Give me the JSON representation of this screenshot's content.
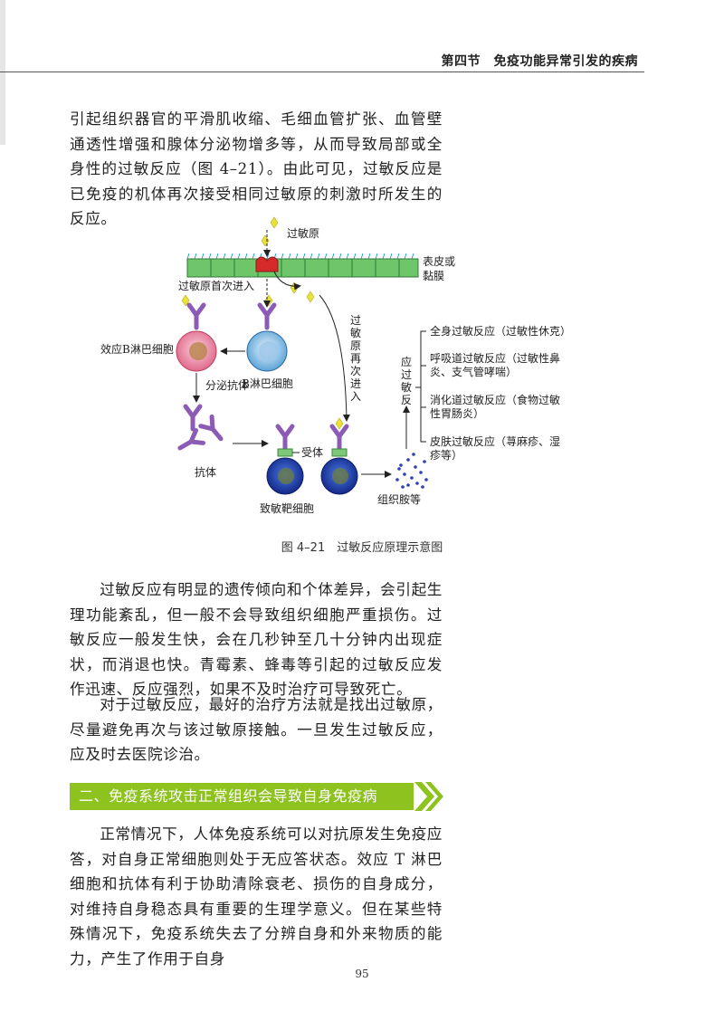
{
  "header": {
    "title": "第四节　免疫功能异常引发的疾病"
  },
  "paragraphs": {
    "p1": "引起组织器官的平滑肌收缩、毛细血管扩张、血管壁通透性增强和腺体分泌物增多等，从而导致局部或全身性的过敏反应（图 4–21）。由此可见，过敏反应是已免疫的机体再次接受相同过敏原的刺激时所发生的反应。",
    "p2": "过敏反应有明显的遗传倾向和个体差异，会引起生理功能紊乱，但一般不会导致组织细胞严重损伤。过敏反应一般发生快，会在几秒钟至几十分钟内出现症状，而消退也快。青霉素、蜂毒等引起的过敏反应发作迅速、反应强烈，如果不及时治疗可导致死亡。",
    "p3": "对于过敏反应，最好的治疗方法就是找出过敏原，尽量避免再次与该过敏原接触。一旦发生过敏反应，应及时去医院诊治。",
    "p4": "正常情况下，人体免疫系统可以对抗原发生免疫应答，对自身正常细胞则处于无应答状态。效应 T 淋巴细胞和抗体有利于协助清除衰老、损伤的自身成分，对维持自身稳态具有重要的生理学意义。但在某些特殊情况下，免疫系统失去了分辨自身和外来物质的能力，产生了作用于自身"
  },
  "figure": {
    "caption": "图 4–21　过敏反应原理示意图",
    "labels": {
      "allergen": "过敏原",
      "epidermis_1": "表皮或",
      "epidermis_2": "黏膜",
      "first_entry": "过敏原首次进入",
      "effector_b": "效应B淋巴细胞",
      "b_cell": "B淋巴细胞",
      "secrete": "分泌抗体",
      "antibody": "抗体",
      "receptor": "受体",
      "target_cell": "致敏靶细胞",
      "histamine": "组织胺等",
      "reentry": [
        "过",
        "敏",
        "原",
        "再",
        "次",
        "进",
        "入"
      ],
      "reaction": [
        "过",
        "敏",
        "反",
        "应"
      ]
    },
    "reactions": [
      {
        "line1": "全身过敏反应（过敏性休克）",
        "line2": ""
      },
      {
        "line1": "呼吸道过敏反应（过敏性鼻",
        "line2": "炎、支气管哮喘）"
      },
      {
        "line1": "消化道过敏反应（食物过敏",
        "line2": "性胃肠炎）"
      },
      {
        "line1": "皮肤过敏反应（荨麻疹、湿",
        "line2": "疹等）"
      }
    ],
    "colors": {
      "epidermis": "#6ec56a",
      "allergen": "#e8e23a",
      "antibody": "#8b5bb5",
      "receptor": "#7ec87a",
      "effector_cell": "#e06a8c",
      "b_cell": "#5aa3d8",
      "target_cell": "#1f3fa8",
      "histamine_dots": "#2a3fc0"
    }
  },
  "section": {
    "title": "二、免疫系统攻击正常组织会导致自身免疫病",
    "color": "#8dc21f"
  },
  "page_number": "95"
}
